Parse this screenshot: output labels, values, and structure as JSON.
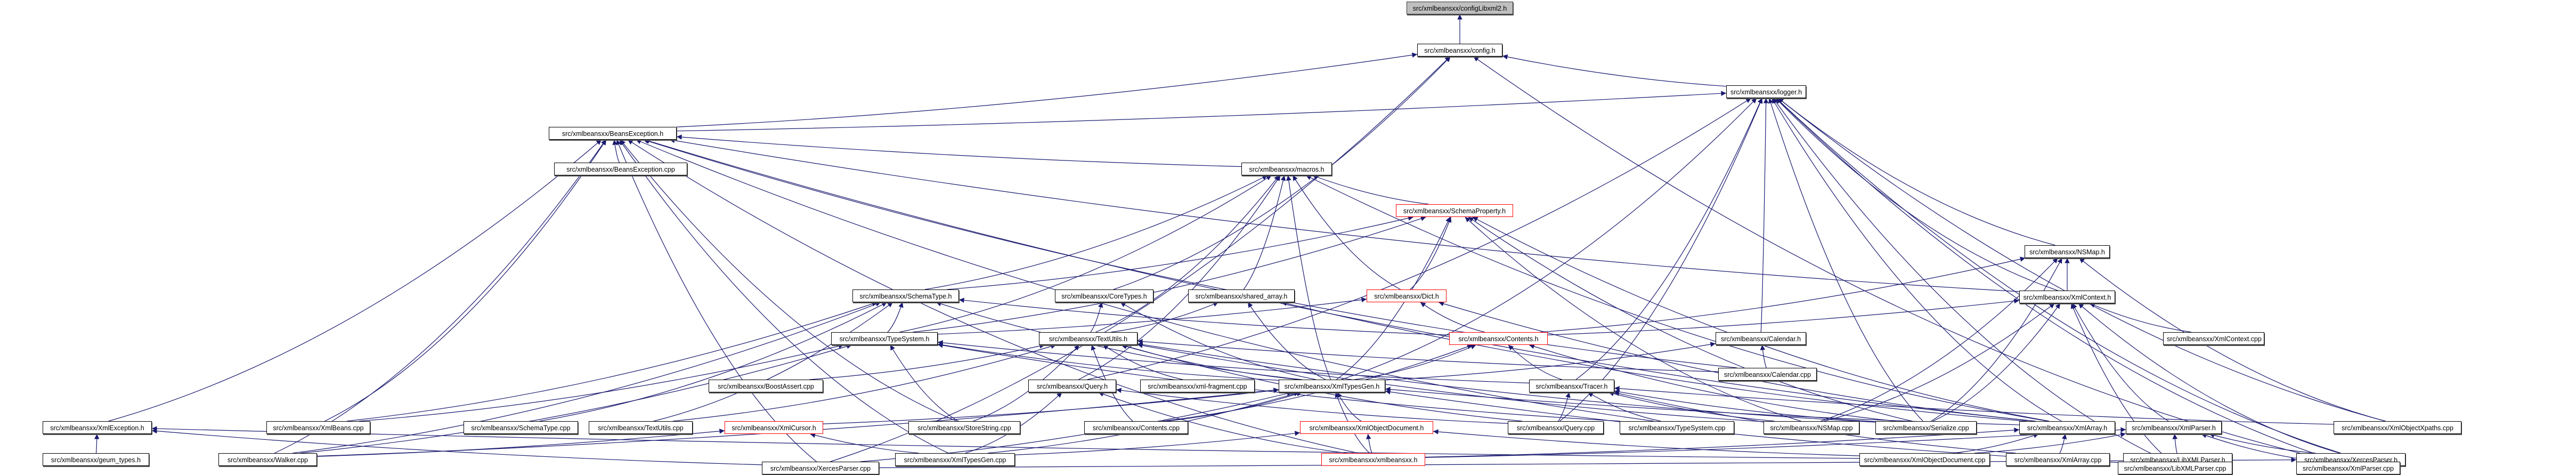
{
  "title": "Include dependency graph",
  "colors": {
    "edge": "#191970",
    "node_border": "#000000",
    "root_fill": "#bfbfbf",
    "truncated_border": "#ff0000"
  },
  "nodes": [
    {
      "id": "configLibxml2",
      "label": "src/xmlbeansxx/configLibxml2.h",
      "type": "root"
    },
    {
      "id": "config",
      "label": "src/xmlbeansxx/config.h",
      "type": "normal"
    },
    {
      "id": "logger",
      "label": "src/xmlbeansxx/logger.h",
      "type": "normal"
    },
    {
      "id": "BeansExceptionH",
      "label": "src/xmlbeansxx/BeansException.h",
      "type": "normal"
    },
    {
      "id": "BeansExceptionCpp",
      "label": "src/xmlbeansxx/BeansException.cpp",
      "type": "normal"
    },
    {
      "id": "macros",
      "label": "src/xmlbeansxx/macros.h",
      "type": "normal"
    },
    {
      "id": "SchemaProperty",
      "label": "src/xmlbeansxx/SchemaProperty.h",
      "type": "truncated"
    },
    {
      "id": "NSMapH",
      "label": "src/xmlbeansxx/NSMap.h",
      "type": "normal"
    },
    {
      "id": "SchemaTypeH",
      "label": "src/xmlbeansxx/SchemaType.h",
      "type": "normal"
    },
    {
      "id": "CoreTypes",
      "label": "src/xmlbeansxx/CoreTypes.h",
      "type": "normal"
    },
    {
      "id": "shared_array",
      "label": "src/xmlbeansxx/shared_array.h",
      "type": "normal"
    },
    {
      "id": "Dict",
      "label": "src/xmlbeansxx/Dict.h",
      "type": "truncated"
    },
    {
      "id": "XmlContext",
      "label": "src/xmlbeansxx/XmlContext.h",
      "type": "normal"
    },
    {
      "id": "TypeSystemH",
      "label": "src/xmlbeansxx/TypeSystem.h",
      "type": "normal"
    },
    {
      "id": "TextUtilsH",
      "label": "src/xmlbeansxx/TextUtils.h",
      "type": "normal"
    },
    {
      "id": "ContentsH",
      "label": "src/xmlbeansxx/Contents.h",
      "type": "truncated"
    },
    {
      "id": "CalendarH",
      "label": "src/xmlbeansxx/Calendar.h",
      "type": "normal"
    },
    {
      "id": "XmlContextCpp",
      "label": "src/xmlbeansxx/XmlContext.cpp",
      "type": "normal"
    },
    {
      "id": "BoostAssert",
      "label": "src/xmlbeansxx/BoostAssert.cpp",
      "type": "normal"
    },
    {
      "id": "QueryH",
      "label": "src/xmlbeansxx/Query.h",
      "type": "normal"
    },
    {
      "id": "xmlfragment",
      "label": "src/xmlbeansxx/xml-fragment.cpp",
      "type": "normal"
    },
    {
      "id": "XmlTypesGenH",
      "label": "src/xmlbeansxx/XmlTypesGen.h",
      "type": "normal"
    },
    {
      "id": "CalendarCpp",
      "label": "src/xmlbeansxx/Calendar.cpp",
      "type": "normal"
    },
    {
      "id": "TracerH",
      "label": "src/xmlbeansxx/Tracer.h",
      "type": "normal"
    },
    {
      "id": "XmlExceptionH",
      "label": "src/xmlbeansxx/XmlException.h",
      "type": "normal"
    },
    {
      "id": "XmlBeansCpp",
      "label": "src/xmlbeansxx/XmlBeans.cpp",
      "type": "normal"
    },
    {
      "id": "SchemaTypeCpp",
      "label": "src/xmlbeansxx/SchemaType.cpp",
      "type": "normal"
    },
    {
      "id": "TextUtilsCpp",
      "label": "src/xmlbeansxx/TextUtils.cpp",
      "type": "normal"
    },
    {
      "id": "XmlCursorH",
      "label": "src/xmlbeansxx/XmlCursor.h",
      "type": "truncated"
    },
    {
      "id": "StoreString",
      "label": "src/xmlbeansxx/StoreString.cpp",
      "type": "normal"
    },
    {
      "id": "ContentsCpp",
      "label": "src/xmlbeansxx/Contents.cpp",
      "type": "normal"
    },
    {
      "id": "XmlObjectDocumentH",
      "label": "src/xmlbeansxx/XmlObjectDocument.h",
      "type": "truncated"
    },
    {
      "id": "QueryCpp",
      "label": "src/xmlbeansxx/Query.cpp",
      "type": "normal"
    },
    {
      "id": "TypeSystemCpp",
      "label": "src/xmlbeansxx/TypeSystem.cpp",
      "type": "normal"
    },
    {
      "id": "NSMapCpp",
      "label": "src/xmlbeansxx/NSMap.cpp",
      "type": "normal"
    },
    {
      "id": "SerializeCpp",
      "label": "src/xmlbeansxx/Serialize.cpp",
      "type": "normal"
    },
    {
      "id": "XmlArrayH",
      "label": "src/xmlbeansxx/XmlArray.h",
      "type": "normal"
    },
    {
      "id": "XmlParserH",
      "label": "src/xmlbeansxx/XmlParser.h",
      "type": "normal"
    },
    {
      "id": "XmlObjectXpaths",
      "label": "src/xmlbeansxx/XmlObjectXpaths.cpp",
      "type": "normal"
    },
    {
      "id": "geum_types",
      "label": "src/xmlbeansxx/geum_types.h",
      "type": "normal"
    },
    {
      "id": "WalkerCpp",
      "label": "src/xmlbeansxx/Walker.cpp",
      "type": "normal"
    },
    {
      "id": "XmlTypesGenCpp",
      "label": "src/xmlbeansxx/XmlTypesGen.cpp",
      "type": "normal"
    },
    {
      "id": "xmlbeansxxH",
      "label": "src/xmlbeansxx/xmlbeansxx.h",
      "type": "truncated"
    },
    {
      "id": "XmlObjectDocumentCpp",
      "label": "src/xmlbeansxx/XmlObjectDocument.cpp",
      "type": "normal"
    },
    {
      "id": "XmlArrayCpp",
      "label": "src/xmlbeansxx/XmlArray.cpp",
      "type": "normal"
    },
    {
      "id": "LibXMLParserH",
      "label": "src/xmlbeansxx/LibXMLParser.h",
      "type": "normal"
    },
    {
      "id": "XercesParserH",
      "label": "src/xmlbeansxx/XercesParser.h",
      "type": "normal"
    },
    {
      "id": "XercesParserCpp",
      "label": "src/xmlbeansxx/XercesParser.cpp",
      "type": "normal"
    },
    {
      "id": "LibXMLParserCpp",
      "label": "src/xmlbeansxx/LibXMLParser.cpp",
      "type": "normal"
    },
    {
      "id": "XmlParserCpp",
      "label": "src/xmlbeansxx/XmlParser.cpp",
      "type": "normal"
    }
  ],
  "edges": [
    [
      "config",
      "configLibxml2"
    ],
    [
      "logger",
      "config"
    ],
    [
      "BeansExceptionH",
      "config"
    ],
    [
      "CoreTypes",
      "config"
    ],
    [
      "XmlParserCpp",
      "config"
    ],
    [
      "XercesParserCpp",
      "config"
    ],
    [
      "BeansExceptionH",
      "logger"
    ],
    [
      "NSMapH",
      "logger"
    ],
    [
      "XmlContext",
      "logger"
    ],
    [
      "CalendarH",
      "logger"
    ],
    [
      "TracerH",
      "logger"
    ],
    [
      "XmlTypesGenH",
      "logger"
    ],
    [
      "QueryH",
      "logger"
    ],
    [
      "XmlArrayH",
      "logger"
    ],
    [
      "SerializeCpp",
      "logger"
    ],
    [
      "XmlObjectXpaths",
      "logger"
    ],
    [
      "XercesParserH",
      "logger"
    ],
    [
      "LibXMLParserCpp",
      "logger"
    ],
    [
      "XmlParserCpp",
      "logger"
    ],
    [
      "QueryCpp",
      "logger"
    ],
    [
      "BeansExceptionCpp",
      "BeansExceptionH"
    ],
    [
      "macros",
      "BeansExceptionH"
    ],
    [
      "XmlExceptionH",
      "BeansExceptionH"
    ],
    [
      "XmlContext",
      "BeansExceptionH"
    ],
    [
      "XmlBeansCpp",
      "BeansExceptionH"
    ],
    [
      "WalkerCpp",
      "BeansExceptionH"
    ],
    [
      "XercesParserCpp",
      "BeansExceptionH"
    ],
    [
      "StoreString",
      "BeansExceptionH"
    ],
    [
      "CalendarCpp",
      "BeansExceptionH"
    ],
    [
      "XmlArrayH",
      "BeansExceptionH"
    ],
    [
      "XmlTypesGenCpp",
      "BeansExceptionH"
    ],
    [
      "TypeSystemCpp",
      "BeansExceptionH"
    ],
    [
      "xmlbeansxxH",
      "BeansExceptionH"
    ],
    [
      "SchemaTypeH",
      "macros"
    ],
    [
      "shared_array",
      "macros"
    ],
    [
      "Dict",
      "macros"
    ],
    [
      "SchemaProperty",
      "macros"
    ],
    [
      "TextUtilsH",
      "macros"
    ],
    [
      "XmlTypesGenH",
      "macros"
    ],
    [
      "TypeSystemH",
      "macros"
    ],
    [
      "QueryH",
      "macros"
    ],
    [
      "XmlArrayH",
      "macros"
    ],
    [
      "Dict",
      "SchemaProperty"
    ],
    [
      "XmlTypesGenH",
      "SchemaProperty"
    ],
    [
      "SchemaTypeH",
      "SchemaProperty"
    ],
    [
      "TypeSystemH",
      "SchemaProperty"
    ],
    [
      "XmlArrayH",
      "SchemaProperty"
    ],
    [
      "SerializeCpp",
      "SchemaProperty"
    ],
    [
      "NSMapCpp",
      "SchemaProperty"
    ],
    [
      "XmlContext",
      "NSMapH"
    ],
    [
      "NSMapCpp",
      "NSMapH"
    ],
    [
      "XmlObjectXpaths",
      "NSMapH"
    ],
    [
      "SerializeCpp",
      "NSMapH"
    ],
    [
      "ContentsH",
      "NSMapH"
    ],
    [
      "TypeSystemH",
      "SchemaTypeH"
    ],
    [
      "ContentsH",
      "SchemaTypeH"
    ],
    [
      "XmlTypesGenH",
      "SchemaTypeH"
    ],
    [
      "SchemaTypeCpp",
      "SchemaTypeH"
    ],
    [
      "TextUtilsCpp",
      "SchemaTypeH"
    ],
    [
      "WalkerCpp",
      "SchemaTypeH"
    ],
    [
      "XmlBeansCpp",
      "SchemaTypeH"
    ],
    [
      "TextUtilsH",
      "CoreTypes"
    ],
    [
      "XmlTypesGenH",
      "CoreTypes"
    ],
    [
      "TextUtilsH",
      "shared_array"
    ],
    [
      "XmlTypesGenH",
      "shared_array"
    ],
    [
      "XmlArrayH",
      "shared_array"
    ],
    [
      "ContentsH",
      "Dict"
    ],
    [
      "TypeSystemH",
      "Dict"
    ],
    [
      "XmlArrayH",
      "Dict"
    ],
    [
      "XmlContextCpp",
      "XmlContext"
    ],
    [
      "ContentsH",
      "XmlContext"
    ],
    [
      "SerializeCpp",
      "XmlContext"
    ],
    [
      "XmlParserH",
      "XmlContext"
    ],
    [
      "NSMapCpp",
      "XmlContext"
    ],
    [
      "XercesParserH",
      "XmlContext"
    ],
    [
      "LibXMLParserCpp",
      "XmlContext"
    ],
    [
      "XmlTypesGenH",
      "TypeSystemH"
    ],
    [
      "TypeSystemCpp",
      "TypeSystemH"
    ],
    [
      "XmlBeansCpp",
      "TypeSystemH"
    ],
    [
      "WalkerCpp",
      "TypeSystemH"
    ],
    [
      "TracerH",
      "TypeSystemH"
    ],
    [
      "StoreString",
      "TypeSystemH"
    ],
    [
      "XmlTypesGenH",
      "TextUtilsH"
    ],
    [
      "TextUtilsCpp",
      "TextUtilsH"
    ],
    [
      "xmlfragment",
      "TextUtilsH"
    ],
    [
      "StoreString",
      "TextUtilsH"
    ],
    [
      "ContentsCpp",
      "TextUtilsH"
    ],
    [
      "QueryCpp",
      "TextUtilsH"
    ],
    [
      "SerializeCpp",
      "TextUtilsH"
    ],
    [
      "NSMapCpp",
      "TextUtilsH"
    ],
    [
      "BoostAssert",
      "TextUtilsH"
    ],
    [
      "CalendarCpp",
      "TextUtilsH"
    ],
    [
      "XmlTypesGenH",
      "ContentsH"
    ],
    [
      "ContentsCpp",
      "ContentsH"
    ],
    [
      "TracerH",
      "ContentsH"
    ],
    [
      "SerializeCpp",
      "ContentsH"
    ],
    [
      "CalendarCpp",
      "CalendarH"
    ],
    [
      "XmlTypesGenH",
      "CalendarH"
    ],
    [
      "QueryCpp",
      "QueryH"
    ],
    [
      "XmlTypesGenCpp",
      "QueryH"
    ],
    [
      "xmlbeansxxH",
      "QueryH"
    ],
    [
      "XmlTypesGenCpp",
      "XmlTypesGenH"
    ],
    [
      "xmlbeansxxH",
      "XmlTypesGenH"
    ],
    [
      "XmlObjectDocumentH",
      "XmlTypesGenH"
    ],
    [
      "XmlCursorH",
      "XmlTypesGenH"
    ],
    [
      "XercesParserCpp",
      "XmlTypesGenH"
    ],
    [
      "XmlArrayH",
      "XmlTypesGenH"
    ],
    [
      "LibXMLParserCpp",
      "XmlTypesGenH"
    ],
    [
      "ContentsCpp",
      "XmlTypesGenH"
    ],
    [
      "WalkerCpp",
      "XmlTypesGenH"
    ],
    [
      "QueryCpp",
      "TracerH"
    ],
    [
      "TypeSystemCpp",
      "TracerH"
    ],
    [
      "NSMapCpp",
      "TracerH"
    ],
    [
      "SerializeCpp",
      "TracerH"
    ],
    [
      "XmlArrayCpp",
      "TracerH"
    ],
    [
      "XmlObjectXpaths",
      "TracerH"
    ],
    [
      "geum_types",
      "XmlExceptionH"
    ],
    [
      "XercesParserCpp",
      "XmlExceptionH"
    ],
    [
      "XmlObjectDocumentCpp",
      "XmlExceptionH"
    ],
    [
      "WalkerCpp",
      "XmlCursorH"
    ],
    [
      "XmlTypesGenCpp",
      "XmlCursorH"
    ],
    [
      "xmlbeansxxH",
      "XmlObjectDocumentH"
    ],
    [
      "XmlObjectDocumentCpp",
      "XmlObjectDocumentH"
    ],
    [
      "XmlTypesGenCpp",
      "XmlObjectDocumentH"
    ],
    [
      "XmlObjectDocumentCpp",
      "XmlArrayH"
    ],
    [
      "XmlArrayCpp",
      "XmlArrayH"
    ],
    [
      "xmlbeansxxH",
      "XmlArrayH"
    ],
    [
      "LibXMLParserH",
      "XmlParserH"
    ],
    [
      "XercesParserH",
      "XmlParserH"
    ],
    [
      "XmlParserCpp",
      "XmlParserH"
    ],
    [
      "xmlbeansxxH",
      "XmlParserH"
    ],
    [
      "XmlObjectDocumentCpp",
      "XmlParserH"
    ],
    [
      "LibXMLParserCpp",
      "LibXMLParserH"
    ],
    [
      "XmlParserCpp",
      "XercesParserH"
    ],
    [
      "XercesParserCpp",
      "XercesParserH"
    ]
  ]
}
